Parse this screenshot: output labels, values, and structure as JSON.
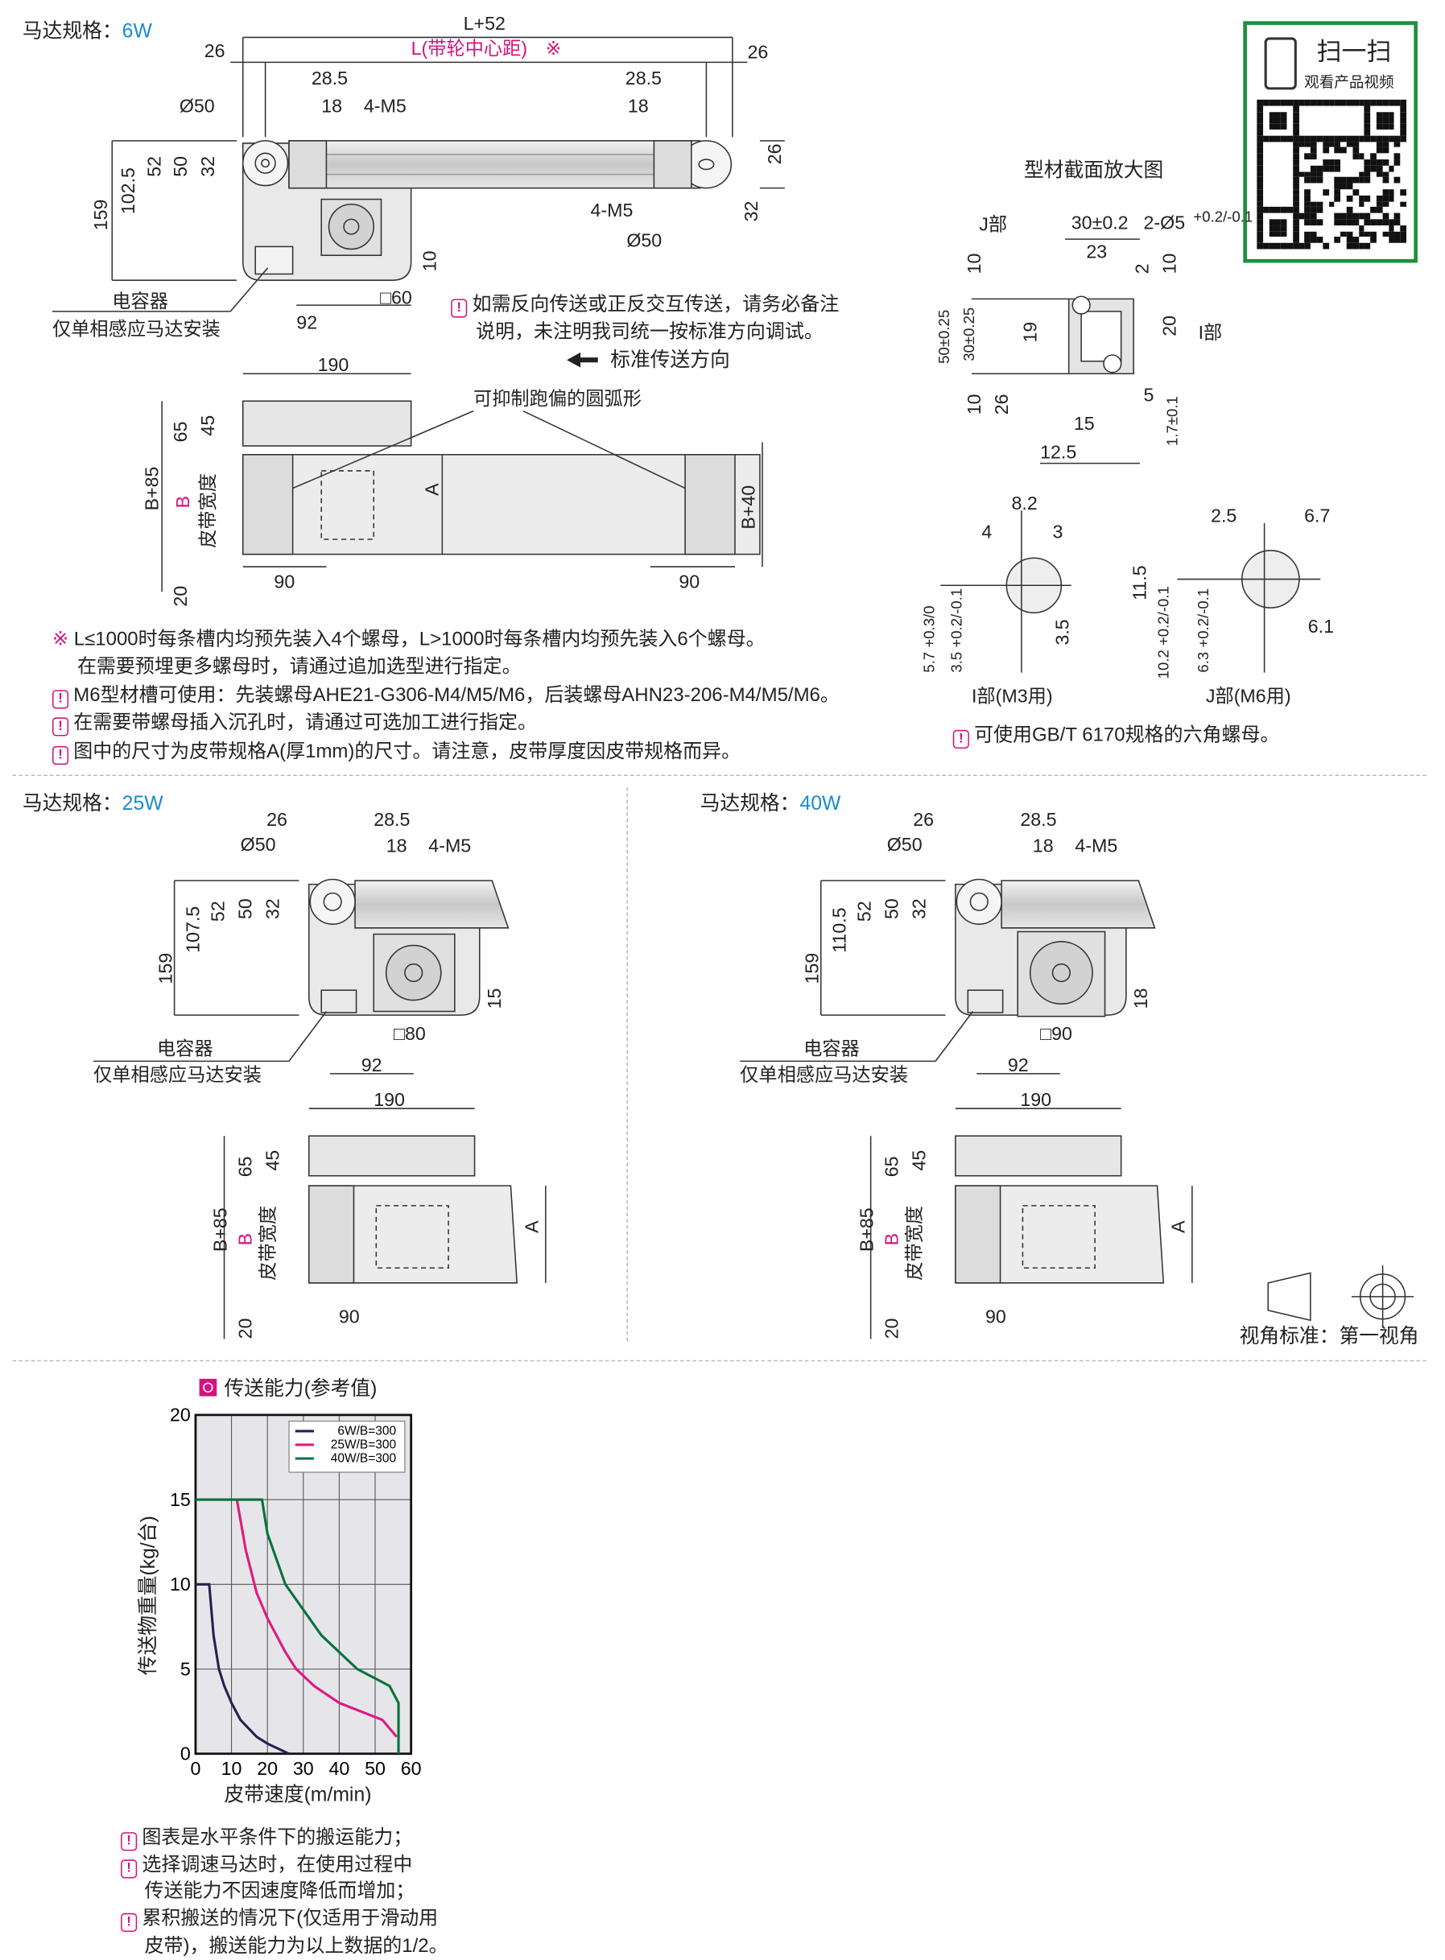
{
  "s6w": {
    "title": "马达规格：",
    "spec": "6W",
    "labels": {
      "l52": "L+52",
      "lcenter": "L(带轮中心距)",
      "mark": "※",
      "d26a": "26",
      "d26b": "26",
      "d285a": "28.5",
      "d18a": "18",
      "m5a": "4-M5",
      "phi50a": "Ø50",
      "d285b": "28.5",
      "d18b": "18",
      "m5b": "4-M5",
      "phi50b": "Ø50",
      "v26": "26",
      "v32r": "32",
      "v159": "159",
      "v1025": "102.5",
      "v52": "52",
      "v50": "50",
      "v32": "32",
      "v10": "10",
      "sq60": "□60",
      "d92": "92",
      "cap": "电容器",
      "capnote": "仅单相感应马达安装",
      "d190": "190",
      "arc": "可抑制跑偏的圆弧形",
      "v65": "65",
      "v45": "45",
      "vb85": "B+85",
      "vb": "B",
      "vbw": "皮带宽度",
      "va": "A",
      "vb40": "B+40",
      "v20": "20",
      "d90a": "90",
      "d90b": "90"
    },
    "note1": "如需反向传送或正反交互传送，请务必备注",
    "note1b": "说明，未注明我司统一按标准方向调试。",
    "direction": "标准传送方向"
  },
  "profile": {
    "title": "型材截面放大图",
    "labels": {
      "j": "J部",
      "w30": "30±0.2",
      "holes": "2-Ø5",
      "hol_tol": "+0.2/-0.1",
      "d23": "23",
      "v10a": "10",
      "v2": "2",
      "v10b": "10",
      "v50": "50±0.25",
      "v30": "30±0.25",
      "v19": "19",
      "v20": "20",
      "i": "I部",
      "v10c": "10",
      "v26": "26",
      "d5": "5",
      "d15": "15",
      "d125": "12.5",
      "v17": "1.7±0.1"
    },
    "detail_i": {
      "d82": "8.2",
      "d4": "4",
      "d3": "3",
      "v35": "3.5",
      "v57": "5.7 +0.3/0",
      "v35b": "3.5 +0.2/-0.1",
      "caption": "I部(M3用)"
    },
    "detail_j": {
      "d25": "2.5",
      "d67": "6.7",
      "v115": "11.5",
      "d61": "6.1",
      "v102": "10.2 +0.2/-0.1",
      "v63": "6.3 +0.2/-0.1",
      "caption": "J部(M6用)"
    },
    "nut_note": "可使用GB/T 6170规格的六角螺母。"
  },
  "qr": {
    "title": "扫一扫",
    "subtitle": "观看产品视频"
  },
  "notes": {
    "n1a": "L≤1000时每条槽内均预先装入4个螺母，L>1000时每条槽内均预先装入6个螺母。",
    "n1b": "在需要预埋更多螺母时，请通过追加选型进行指定。",
    "n2": "M6型材槽可使用：先装螺母AHE21-G306-M4/M5/M6，后装螺母AHN23-206-M4/M5/M6。",
    "n3": "在需要带螺母插入沉孔时，请通过可选加工进行指定。",
    "n4": "图中的尺寸为皮带规格A(厚1mm)的尺寸。请注意，皮带厚度因皮带规格而异。"
  },
  "s25w": {
    "title": "马达规格：",
    "spec": "25W",
    "labels": {
      "d26": "26",
      "d285": "28.5",
      "phi50": "Ø50",
      "d18": "18",
      "m5": "4-M5",
      "v1075": "107.5",
      "v52": "52",
      "v50": "50",
      "v32": "32",
      "v159": "159",
      "v15": "15",
      "sq": "□80",
      "d92": "92",
      "cap": "电容器",
      "capnote": "仅单相感应马达安装",
      "d190": "190",
      "v65": "65",
      "v45": "45",
      "vb85": "B+85",
      "vb": "B",
      "vbw": "皮带宽度",
      "va": "A",
      "v20": "20",
      "d90": "90"
    }
  },
  "s40w": {
    "title": "马达规格：",
    "spec": "40W",
    "labels": {
      "d26": "26",
      "d285": "28.5",
      "phi50": "Ø50",
      "d18": "18",
      "m5": "4-M5",
      "v1075": "110.5",
      "v52": "52",
      "v50": "50",
      "v32": "32",
      "v159": "159",
      "v15": "18",
      "sq": "□90",
      "d92": "92",
      "cap": "电容器",
      "capnote": "仅单相感应马达安装",
      "d190": "190",
      "v65": "65",
      "v45": "45",
      "vb85": "B+85",
      "vb": "B",
      "vbw": "皮带宽度",
      "va": "A",
      "v20": "20",
      "d90": "90"
    }
  },
  "view_standard": "视角标准：第一视角",
  "chart_data": {
    "type": "line",
    "title": "传送能力(参考值)",
    "xlabel": "皮带速度(m/min)",
    "ylabel": "传送物重量(kg/台)",
    "xlim": [
      0,
      60
    ],
    "ylim": [
      0,
      20
    ],
    "xticks": [
      0,
      10,
      20,
      30,
      40,
      50,
      60
    ],
    "yticks": [
      0,
      5,
      10,
      15,
      20
    ],
    "grid": true,
    "legend": "top-right",
    "series": [
      {
        "name": "6W/B=300",
        "color": "#2a1f4f",
        "x": [
          0,
          3.8,
          5,
          6.5,
          8,
          10,
          12.5,
          17,
          20,
          26
        ],
        "y": [
          10,
          10,
          7,
          5,
          4,
          3,
          2,
          1,
          0.6,
          0
        ]
      },
      {
        "name": "25W/B=300",
        "color": "#e0197d",
        "x": [
          11.5,
          14,
          17,
          20,
          25,
          28,
          33,
          40,
          52,
          56
        ],
        "y": [
          15,
          12,
          9.5,
          8,
          6,
          5,
          4,
          3,
          2,
          1
        ]
      },
      {
        "name": "40W/B=300",
        "color": "#07723b",
        "x": [
          0,
          18.5,
          20,
          25,
          30,
          35,
          40,
          45,
          54,
          56.5,
          56.5
        ],
        "y": [
          15,
          15,
          13,
          10,
          8.5,
          7,
          6,
          5,
          4,
          3,
          0
        ]
      }
    ]
  },
  "chart_notes": {
    "n1": "图表是水平条件下的搬运能力；",
    "n2a": "选择调速马达时，在使用过程中",
    "n2b": "传送能力不因速度降低而增加；",
    "n3a": "累积搬送的情况下(仅适用于滑动用",
    "n3b": "皮带)，搬送能力为以上数据的1/2。"
  }
}
